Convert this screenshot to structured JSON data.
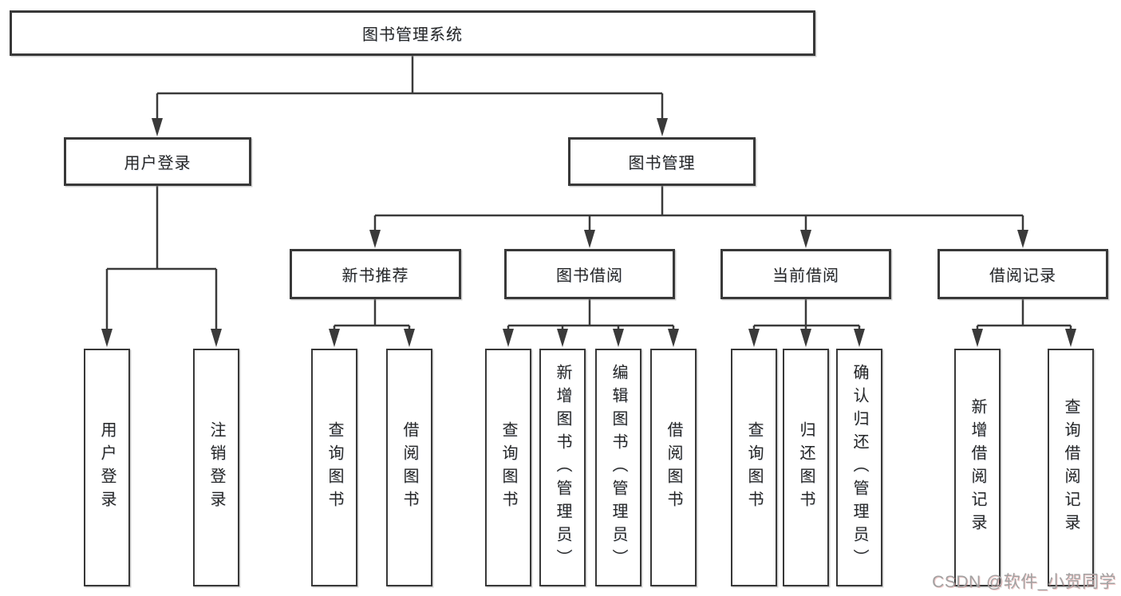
{
  "diagram": {
    "root": {
      "label": "图书管理系统"
    },
    "level2": {
      "user_login": {
        "label": "用户登录"
      },
      "book_mgmt": {
        "label": "图书管理"
      }
    },
    "level3": {
      "new_books": {
        "label": "新书推荐"
      },
      "book_borrow": {
        "label": "图书借阅"
      },
      "current_borrow": {
        "label": "当前借阅"
      },
      "borrow_records": {
        "label": "借阅记录"
      }
    },
    "leaves": {
      "user_login": [
        "用户登录",
        "注销登录"
      ],
      "new_books": [
        "查询图书",
        "借阅图书"
      ],
      "book_borrow": [
        "查询图书",
        "新增图书（管理员）",
        "编辑图书（管理员）",
        "借阅图书"
      ],
      "current_borrow": [
        "查询图书",
        "归还图书",
        "确认归还（管理员）"
      ],
      "borrow_records": [
        "新增借阅记录",
        "查询借阅记录"
      ]
    }
  },
  "watermark": {
    "text": "CSDN @软件_小贺同学"
  },
  "colors": {
    "line": "#3a3a3a",
    "box_border": "#383838",
    "text": "#262626",
    "watermark": "#a2a2a2",
    "background": "#ffffff"
  }
}
